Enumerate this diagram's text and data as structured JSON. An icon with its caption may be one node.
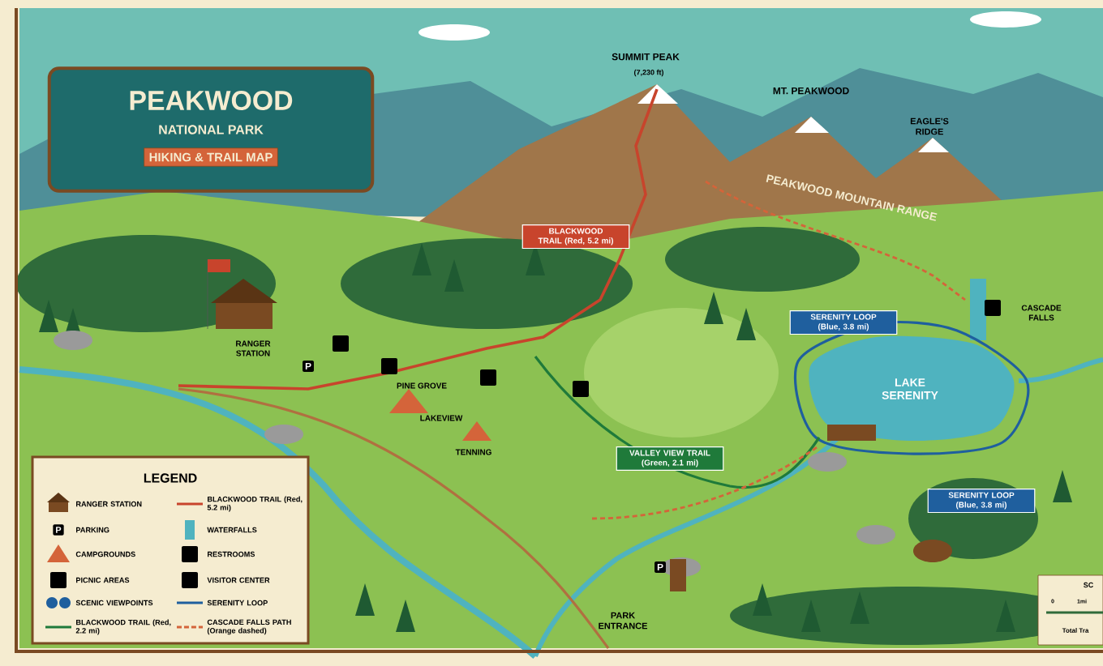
{
  "diagram": {
    "nodes": [
      {
        "text": [
          "PEAKWOOD",
          "NATIONAL PARK",
          "HIKING & TRAIL MAP"
        ]
      },
      {
        "text": [
          "BLACKWOOD TRAIL (Red, 5.2 mi)"
        ]
      },
      {
        "text": [
          "SERENITY LOOP (Blue, 3.8 mi)"
        ]
      },
      {
        "text": [
          "VALLEY VIEW TRAIL (Green, 2.1 mi)"
        ]
      },
      {
        "text": [
          "SERENITY LOOP (Blue, 3.8 mi)"
        ]
      }
    ],
    "labels": [
      "SUMMIT PEAK",
      "(7,230 ft)",
      "MT. PEAKWOOD",
      "EAGLE'S RIDGE",
      "PEAKWOOD MOUNTAIN RANGE",
      "CASCADE FALLS",
      "RANGER STATION",
      "P",
      "PINE GROVE",
      "LAKEVIEW",
      "TENNING",
      "LAKE SERENITY",
      "LEGEND",
      "P",
      "P",
      "PARK ENTRANCE",
      "SC",
      "0",
      "1mi",
      "Total Tra"
    ],
    "legend": [
      {
        "text": "RANGER STATION"
      },
      {
        "text": "BLACKWOOD TRAIL (Red, 5.2 mi)"
      },
      {
        "text": "PARKING"
      },
      {
        "text": "WATERFALLS"
      },
      {
        "text": "CAMPGROUNDS"
      },
      {
        "text": "RESTROOMS"
      },
      {
        "text": "PICNIC AREAS"
      },
      {
        "text": "VISITOR CENTER"
      },
      {
        "text": "SCENIC VIEWPOINTS"
      },
      {
        "text": "SERENITY LOOP"
      },
      {
        "text": "BLACKWOOD TRAIL (Red, 2.2 mi)"
      },
      {
        "text": "CASCADE FALLS PATH (Orange dashed)"
      }
    ]
  }
}
